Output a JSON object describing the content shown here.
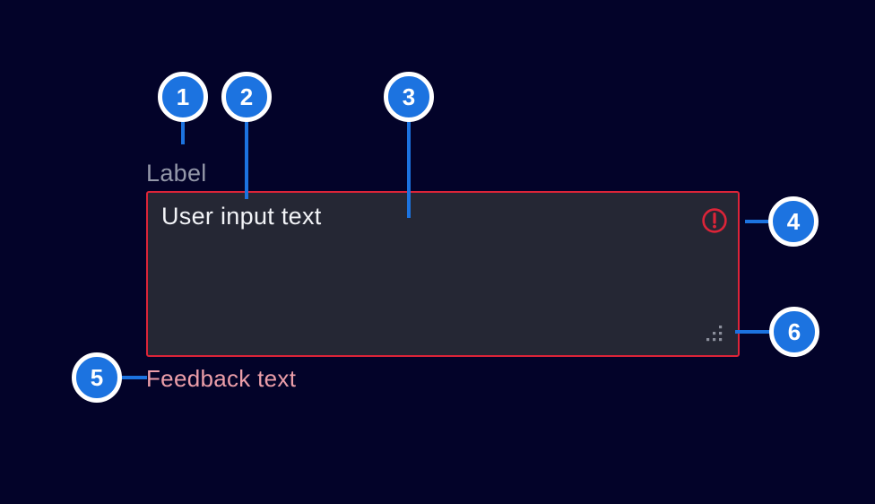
{
  "colors": {
    "background": "#030329",
    "accent_blue": "#1c73e0",
    "alarm_red": "#dc2438",
    "feedback_pink": "#ec9ea9",
    "field_background": "#252734",
    "label_gray": "#9498a9",
    "value_white": "#f2f3f7",
    "grip_gray": "#8b8e9b",
    "callout_ring_white": "#ffffff"
  },
  "field": {
    "label": "Label",
    "value": "User input text",
    "feedback": "Feedback text"
  },
  "icons": {
    "error": "alert-circle-icon",
    "resize": "resize-grip-icon"
  },
  "callouts": [
    {
      "number": "1"
    },
    {
      "number": "2"
    },
    {
      "number": "3"
    },
    {
      "number": "4"
    },
    {
      "number": "5"
    },
    {
      "number": "6"
    }
  ]
}
